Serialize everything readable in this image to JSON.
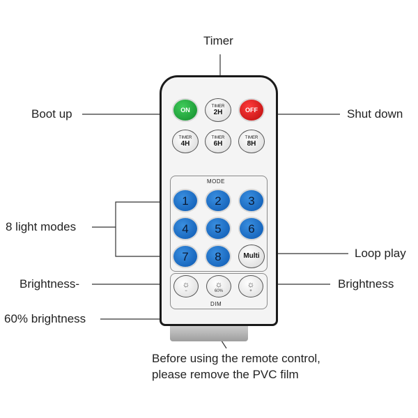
{
  "labels": {
    "timer": "Timer",
    "boot_up": "Boot up",
    "shut_down": "Shut down",
    "light_modes": "8 light modes",
    "loop_play": "Loop play",
    "brightness_minus": "Brightness-",
    "brightness_plus": "Brightness",
    "brightness_60": "60% brightness",
    "note_line1": "Before using the remote control,",
    "note_line2": "please remove the PVC film"
  },
  "remote": {
    "on": "ON",
    "off": "OFF",
    "timer_word": "TIMER",
    "timers": [
      "2H",
      "4H",
      "6H",
      "8H"
    ],
    "mode_title": "MODE",
    "modes": [
      "1",
      "2",
      "3",
      "4",
      "5",
      "6",
      "7",
      "8"
    ],
    "multi": "Multi",
    "dim_title": "DIM",
    "dim_60": "60%",
    "dim_minus": "−",
    "dim_plus": "+"
  },
  "colors": {
    "on_button": "#1fa83a",
    "off_button": "#e01818",
    "mode_button": "#1666c4"
  },
  "icons": [
    "sun-icon"
  ]
}
